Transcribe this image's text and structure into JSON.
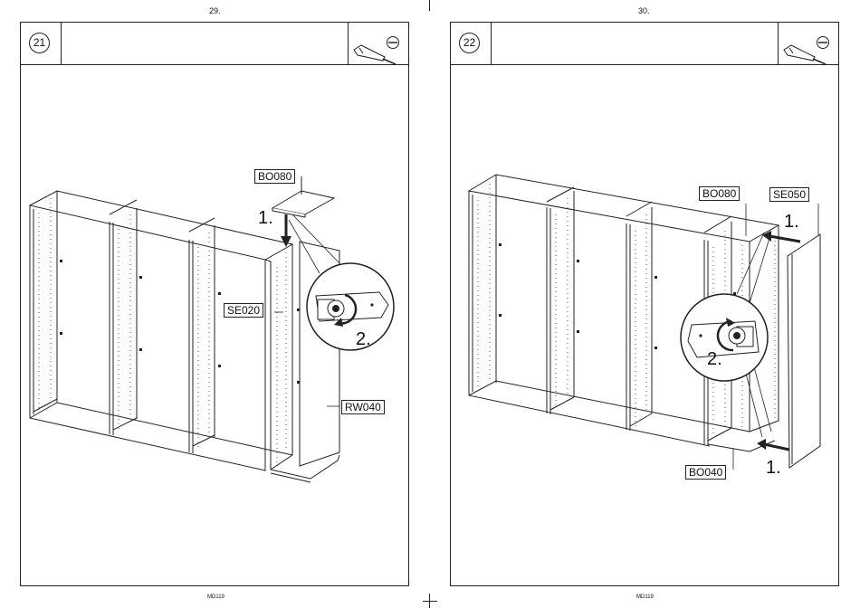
{
  "pages": [
    {
      "page_number": "29.",
      "step": "21",
      "footer": "MD119",
      "labels": {
        "a": "BO080",
        "b": "SE020",
        "c": "RW040"
      },
      "steps": {
        "s1": "1.",
        "s2": "2."
      }
    },
    {
      "page_number": "30.",
      "step": "22",
      "footer": "MD119",
      "labels": {
        "a": "BO080",
        "b": "SE050",
        "c": "BO040"
      },
      "steps": {
        "s1": "1.",
        "s2": "2.",
        "s3": "1."
      }
    }
  ],
  "icons": [
    "screwdriver-icon",
    "slotted-screw-icon"
  ]
}
